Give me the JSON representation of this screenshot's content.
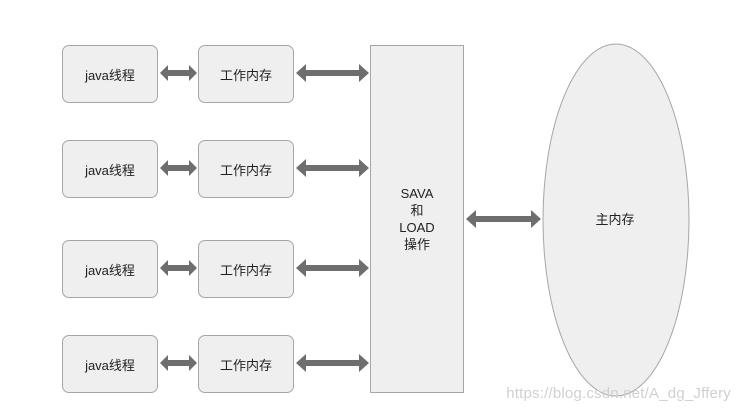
{
  "rows": [
    {
      "thread_label": "java线程",
      "memory_label": "工作内存"
    },
    {
      "thread_label": "java线程",
      "memory_label": "工作内存"
    },
    {
      "thread_label": "java线程",
      "memory_label": "工作内存"
    },
    {
      "thread_label": "java线程",
      "memory_label": "工作内存"
    }
  ],
  "operation_box": {
    "lines": [
      "SAVA",
      "和",
      "LOAD",
      "操作"
    ]
  },
  "main_memory": {
    "label": "主内存"
  },
  "watermark": "https://blog.csdn.net/A_dg_Jffery",
  "colors": {
    "box_fill": "#efefef",
    "box_border": "#a6a6a6",
    "arrow": "#6e6e6e"
  }
}
